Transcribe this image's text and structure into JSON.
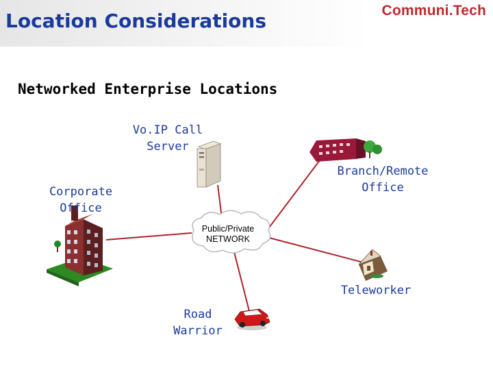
{
  "slide": {
    "title": "Location Considerations",
    "logo_text": "Communi.Tech",
    "subtitle": "Networked Enterprise Locations"
  },
  "diagram": {
    "network_label_line1": "Public/Private",
    "network_label_line2": "NETWORK",
    "nodes": {
      "voip_server": {
        "line1": "Vo.IP Call",
        "line2": "Server"
      },
      "corporate_office": {
        "line1": "Corporate",
        "line2": "Office"
      },
      "branch_office": {
        "line1": "Branch/Remote",
        "line2": "Office"
      },
      "teleworker": {
        "line1": "Teleworker"
      },
      "road_warrior": {
        "line1": "Road",
        "line2": "Warrior"
      }
    },
    "link_color": "#b0202a"
  },
  "colors": {
    "title": "#1a3a9c",
    "label": "#1a3a9c",
    "logo": "#c0282d"
  }
}
